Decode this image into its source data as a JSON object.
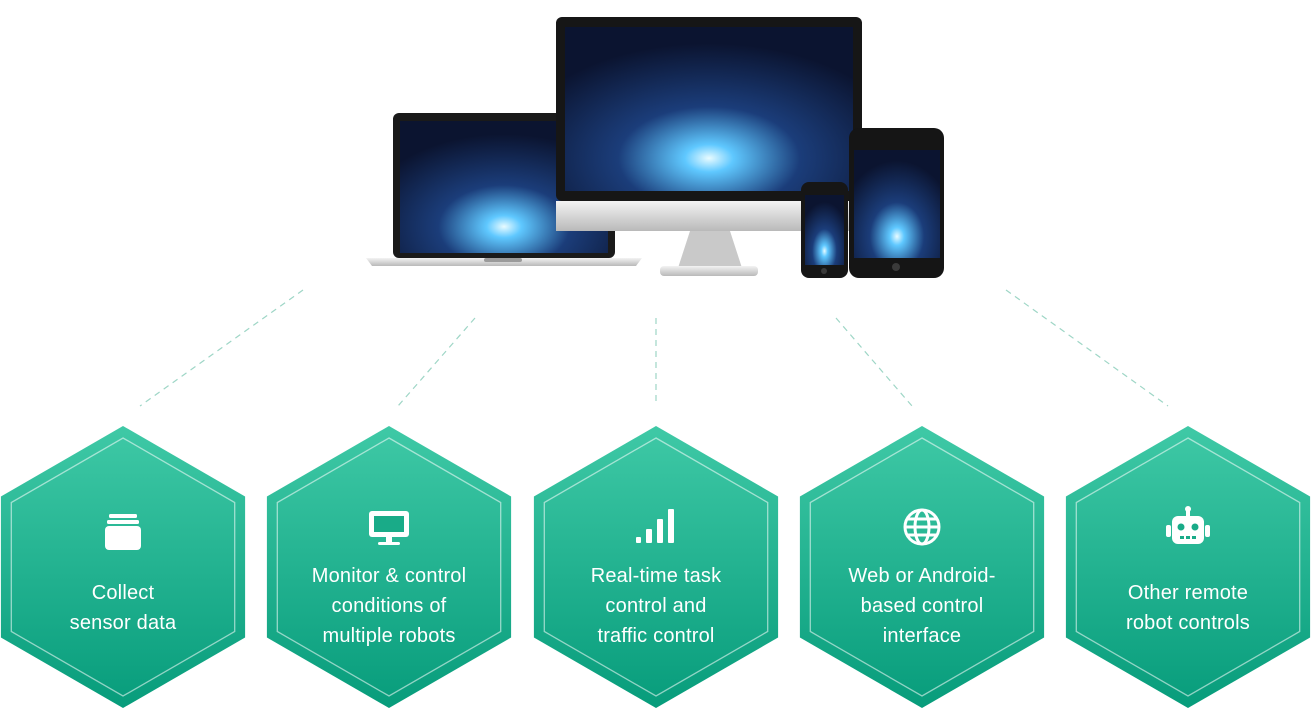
{
  "accent_color": "#2bb895",
  "accent_dark": "#0a9a7a",
  "devices": [
    "laptop",
    "desktop-monitor",
    "tablet",
    "smartphone"
  ],
  "features": [
    {
      "icon": "drawer-stack-icon",
      "lines": [
        "Collect",
        "sensor data"
      ]
    },
    {
      "icon": "monitor-icon",
      "lines": [
        "Monitor & control",
        "conditions of",
        "multiple robots"
      ]
    },
    {
      "icon": "signal-bars-icon",
      "lines": [
        "Real-time task",
        "control and",
        "traffic control"
      ]
    },
    {
      "icon": "globe-icon",
      "lines": [
        "Web or Android-",
        "based control",
        "interface"
      ]
    },
    {
      "icon": "robot-icon",
      "lines": [
        "Other remote",
        "robot controls"
      ]
    }
  ]
}
